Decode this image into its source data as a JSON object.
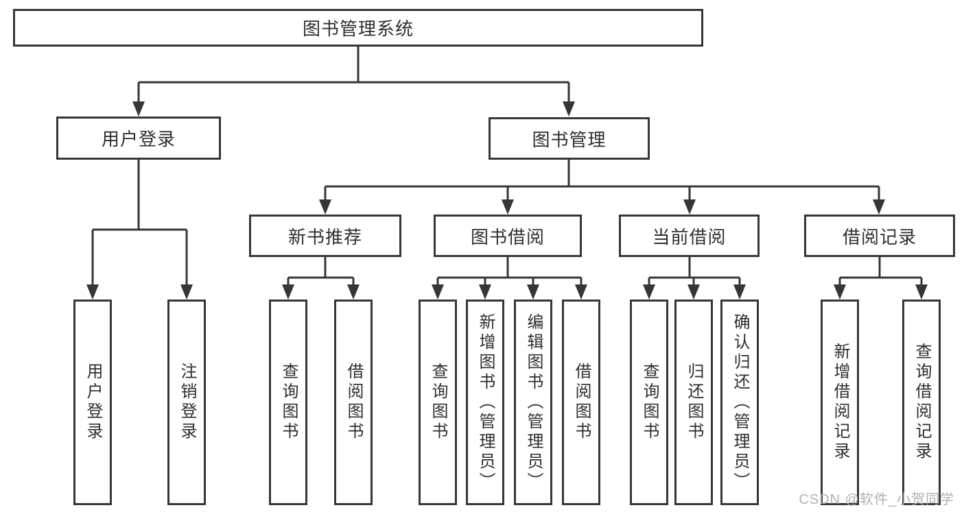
{
  "diagram": {
    "root": {
      "label": "图书管理系统",
      "children": [
        {
          "label": "用户登录",
          "children": [
            {
              "label": "用户登录"
            },
            {
              "label": "注销登录"
            }
          ]
        },
        {
          "label": "图书管理",
          "children": [
            {
              "label": "新书推荐",
              "children": [
                {
                  "label": "查询图书"
                },
                {
                  "label": "借阅图书"
                }
              ]
            },
            {
              "label": "图书借阅",
              "children": [
                {
                  "label": "查询图书"
                },
                {
                  "label": "新增图书（管理员）"
                },
                {
                  "label": "编辑图书（管理员）"
                },
                {
                  "label": "借阅图书"
                }
              ]
            },
            {
              "label": "当前借阅",
              "children": [
                {
                  "label": "查询图书"
                },
                {
                  "label": "归还图书"
                },
                {
                  "label": "确认归还（管理员）"
                }
              ]
            },
            {
              "label": "借阅记录",
              "children": [
                {
                  "label": "新增借阅记录"
                },
                {
                  "label": "查询借阅记录"
                }
              ]
            }
          ]
        }
      ]
    }
  },
  "watermark": {
    "text": "CSDN @软件_小贺同学"
  },
  "colors": {
    "line": "#363636",
    "box_border": "#363636",
    "text": "#2e2e2e",
    "watermark": "#b0aaaa",
    "background": "#ffffff"
  }
}
